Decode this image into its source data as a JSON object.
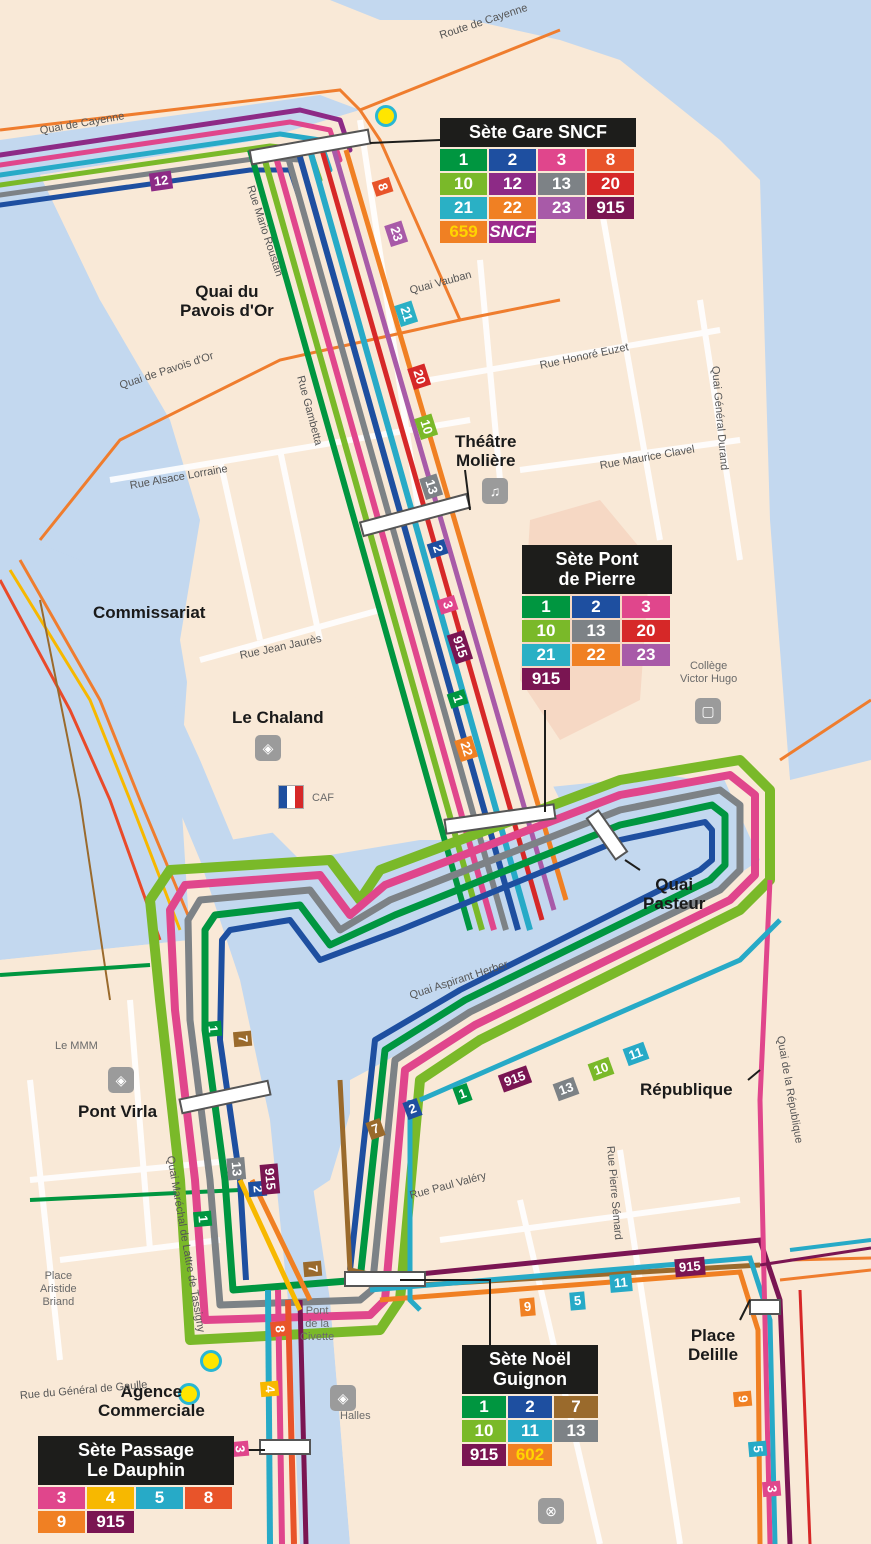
{
  "colors": {
    "water": "#c3d8ef",
    "land": "#f9e9d7",
    "road_orange": "#ef7d2e",
    "green": "#009640",
    "lime": "#7ab929",
    "pink": "#e0468c",
    "blue": "#1e4fa0",
    "grey": "#7d8286",
    "teal": "#27aac7",
    "purple": "#8d2a86",
    "red": "#d62828",
    "orange": "#f08023",
    "brown": "#9a6a2c",
    "yellow": "#f7b800"
  },
  "line_colors": {
    "1": "#009640",
    "2": "#1e4fa0",
    "3": "#e0468c",
    "4": "#f7b800",
    "5": "#27aac7",
    "7": "#9a6a2c",
    "8": "#e8542a",
    "9": "#f08023",
    "10": "#7ab929",
    "11": "#27aac7",
    "12": "#8d2a86",
    "13": "#7d8286",
    "20": "#d62828",
    "21": "#2ab0c5",
    "22": "#f08023",
    "23": "#a85aa8",
    "915": "#7a1552",
    "659": "#f08023",
    "602": "#f08023",
    "sncf": "#9c2a8c"
  },
  "places": {
    "quai_pavois": "Quai du\nPavois d'Or",
    "theatre": "Théâtre\nMolière",
    "commissariat": "Commissariat",
    "chaland": "Le Chaland",
    "caf": "CAF",
    "college": "Collège\nVictor Hugo",
    "quai_pasteur": "Quai\nPasteur",
    "pont_virla": "Pont Virla",
    "republique": "République",
    "place_delille": "Place\nDelille",
    "agence": "Agence\nCommerciale",
    "mmm": "Le MMM",
    "place_aristide": "Place\nAristide\nBriand",
    "halle": "Halles",
    "pont_de_la_civette": "Pont\nde la\nCivette"
  },
  "stops": {
    "gare": {
      "title": "Sète Gare SNCF",
      "lines": [
        "1",
        "2",
        "3",
        "8",
        "10",
        "12",
        "13",
        "20",
        "21",
        "22",
        "23",
        "915",
        "659",
        "sncf"
      ],
      "labels": {
        "659": "659",
        "sncf": "SNCF"
      }
    },
    "pont_pierre": {
      "title": "Sète Pont\nde Pierre",
      "lines": [
        "1",
        "2",
        "3",
        "10",
        "13",
        "20",
        "21",
        "22",
        "23",
        "915"
      ]
    },
    "noel": {
      "title": "Sète Noël\nGuignon",
      "lines": [
        "1",
        "2",
        "7",
        "10",
        "11",
        "13",
        "915",
        "602"
      ]
    },
    "passage": {
      "title": "Sète Passage\nLe Dauphin",
      "lines": [
        "3",
        "4",
        "5",
        "8",
        "9",
        "915"
      ]
    }
  },
  "route_tags": [
    "12",
    "8",
    "23",
    "21",
    "20",
    "10",
    "13",
    "2",
    "3",
    "915",
    "1",
    "22",
    "1",
    "7",
    "1",
    "2",
    "13",
    "915",
    "13",
    "10",
    "11",
    "7",
    "2",
    "1",
    "915",
    "9",
    "5",
    "11",
    "915",
    "9",
    "5",
    "3",
    "3",
    "4",
    "8",
    "7"
  ],
  "streets": {
    "s1": "Route de Cayenne",
    "s2": "Quai de Cayenne",
    "s3": "Quai Vauban",
    "s4": "Quai de Pavois d'Or",
    "s5": "Rue Honoré Euzet",
    "s6": "Rue Maurice Clavel",
    "s7": "Rue Alsace Lorraine",
    "s8": "Rue Jean Jaurès",
    "s9": "Rue Mario Roustan",
    "s10": "Rue Gambetta",
    "s11": "Quai Général Durand",
    "s12": "Rue Paul Valéry",
    "s13": "Quai de la République",
    "s14": "Rue Pierre Sémard",
    "s15": "Quai Maréchal de Lattre de Tassigny",
    "s16": "Quai Aspirant Herber",
    "s17": "Rue du Général de Gaulle"
  }
}
